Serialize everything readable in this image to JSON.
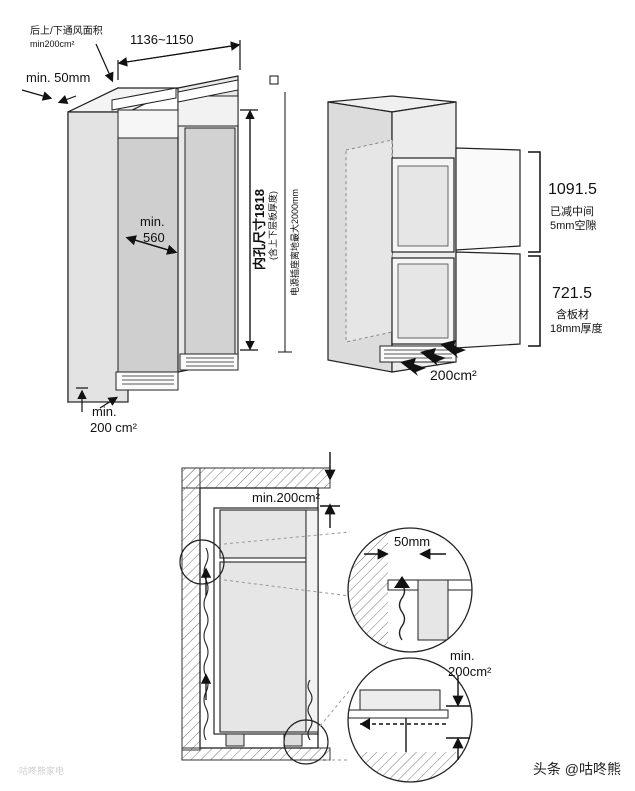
{
  "top_left": {
    "vent_area_label_1": "后上/下通风面积",
    "vent_area_label_2": "min200cm²",
    "side_gap_label": "min. 50mm",
    "width_range": "1136~1150",
    "depth_label_1": "min.",
    "depth_label_2": "560",
    "height_label": "内孔尺寸1818",
    "height_note": "(含上下层板厚度)",
    "socket_note": "电源插座离地最大2000mm",
    "bottom_vent_1": "min.",
    "bottom_vent_2": "200 cm²"
  },
  "top_right": {
    "upper_value": "1091.5",
    "upper_note_1": "已减中间",
    "upper_note_2": "5mm空隙",
    "lower_value": "721.5",
    "lower_note_1": "含板材",
    "lower_note_2": "18mm厚度",
    "vent_label": "200cm²"
  },
  "bottom": {
    "top_vent_label": "min.200cm²",
    "gap_label": "50mm",
    "bottom_vent_1": "min.",
    "bottom_vent_2": "200cm²"
  },
  "watermark": "头条 @咕咚熊",
  "faint_watermark": "·咕咚熊家电"
}
